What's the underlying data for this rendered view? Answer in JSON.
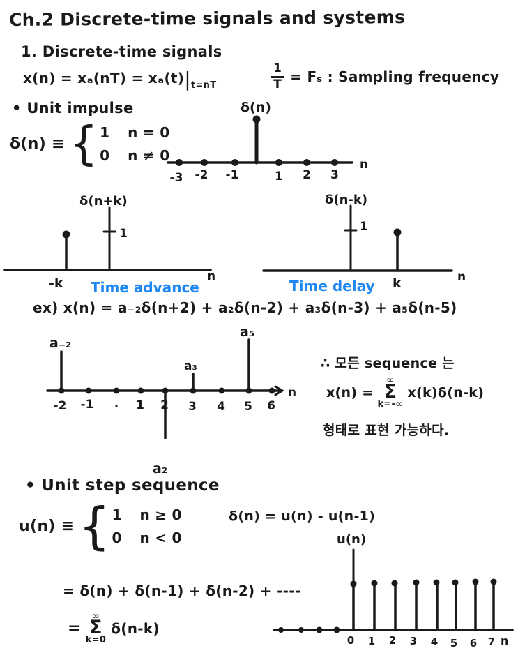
{
  "page": {
    "title": "Ch.2  Discrete-time signals and systems",
    "ink_color": "#1a1a1a",
    "accent_blue": "#1f87f2"
  },
  "section1": {
    "heading": "1. Discrete-time signals",
    "formula_main": "x(n) = xₐ(nT) = xₐ(t)",
    "formula_bar": "|",
    "formula_sub": "t=nT",
    "sampling_num": "1",
    "sampling_den": "T",
    "sampling_rest": "= Fₛ : Sampling frequency"
  },
  "unit_impulse": {
    "heading": "• Unit impulse",
    "def_lhs": "δ(n) ≡",
    "brace": "{",
    "case1_val": "1",
    "case1_cond": "n = 0",
    "case2_val": "0",
    "case2_cond": "n ≠ 0"
  },
  "example_line": "ex) x(n) = a₋₂δ(n+2) + a₂δ(n-2) + a₃δ(n-3) + a₅δ(n-5)",
  "conclusion": {
    "line1": "∴ 모든 sequence 는",
    "lhs": "x(n) =",
    "sigma": "Σ",
    "upper": "∞",
    "lower": "k=-∞",
    "rhs": "x(k)δ(n-k)",
    "line3": "형태로 표현 가능하다."
  },
  "unit_step": {
    "heading": "• Unit step sequence",
    "def_lhs": "u(n) ≡",
    "brace": "{",
    "case1_val": "1",
    "case1_cond": "n ≥ 0",
    "case2_val": "0",
    "case2_cond": "n < 0",
    "relation": "δ(n) = u(n) - u(n-1)",
    "expansion": "= δ(n) + δ(n-1) + δ(n-2) + ----",
    "sum_eq": "=",
    "sum_sigma": "Σ",
    "sum_upper": "∞",
    "sum_lower": "k=0",
    "sum_rhs": "δ(n-k)"
  },
  "diagrams": {
    "impulse": {
      "ylabel": "δ(n)",
      "xlabel": "n",
      "ticks": [
        "-3",
        "-2",
        "-1",
        "1",
        "2",
        "3"
      ],
      "stems": [
        {
          "n": 0,
          "value": 1
        }
      ]
    },
    "advance": {
      "ylabel": "δ(n+k)",
      "xlabel": "n",
      "one": "1",
      "stem_label": "-k",
      "caption": "Time advance",
      "stems": [
        {
          "n": "-k",
          "value": 1
        }
      ]
    },
    "delay": {
      "ylabel": "δ(n-k)",
      "xlabel": "n",
      "one": "1",
      "stem_label": "k",
      "caption": "Time delay",
      "stems": [
        {
          "n": "k",
          "value": 1
        }
      ]
    },
    "example": {
      "xlabel": "n",
      "ticks": [
        "-2",
        "-1",
        "·",
        "1",
        "2",
        "3",
        "4",
        "5",
        "6"
      ],
      "stem_labels": {
        "am2": "a₋₂",
        "a2": "a₂",
        "a3": "a₃",
        "a5": "a₅"
      },
      "stems": [
        {
          "n": -2,
          "label": "a₋₂",
          "direction": "up",
          "height": "tall"
        },
        {
          "n": 2,
          "label": "a₂",
          "direction": "down",
          "height": "tall"
        },
        {
          "n": 3,
          "label": "a₃",
          "direction": "up",
          "height": "short"
        },
        {
          "n": 5,
          "label": "a₅",
          "direction": "up",
          "height": "tallest"
        }
      ]
    },
    "step": {
      "ylabel": "u(n)",
      "xlabel": "n",
      "ticks": [
        "0",
        "1",
        "2",
        "3",
        "4",
        "5",
        "6",
        "7"
      ],
      "stems": [
        {
          "n": 0,
          "value": 1
        },
        {
          "n": 1,
          "value": 1
        },
        {
          "n": 2,
          "value": 1
        },
        {
          "n": 3,
          "value": 1
        },
        {
          "n": 4,
          "value": 1
        },
        {
          "n": 5,
          "value": 1
        },
        {
          "n": 6,
          "value": 1
        },
        {
          "n": 7,
          "value": 1
        }
      ]
    }
  }
}
